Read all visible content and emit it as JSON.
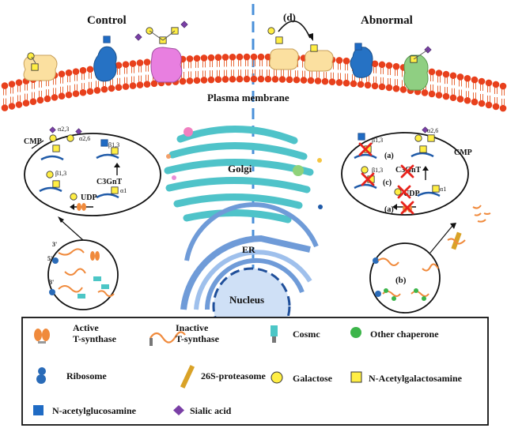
{
  "headings": {
    "control": "Control",
    "abnormal": "Abnormal",
    "membrane": "Plasma membrane",
    "golgi": "Golgi",
    "er": "ER",
    "nucleus": "Nucleus",
    "step_d": "(d)"
  },
  "left_panel": {
    "a23": "α2,3",
    "a26": "α2,6",
    "b13_top": "β1,3",
    "b13_bottom": "β1,3",
    "c3gnt": "C3GnT",
    "udp": "UDP",
    "cmp": "CMP",
    "a1": "α1"
  },
  "right_panel": {
    "b13_top": "β1,3",
    "a26": "α2,6",
    "b13_mid": "β1,3",
    "c3gnt": "C3GnT",
    "udp": "UDP",
    "cmp": "CMP",
    "a1": "α1",
    "step_a_top": "(a)",
    "step_a_bottom": "(a)",
    "step_c": "(c)"
  },
  "er_zoom": {
    "end3_top": "3'",
    "end5": "5'",
    "end3_bottom": "3'",
    "step_b": "(b)"
  },
  "legend": {
    "active_t_synthase": "Active\nT-synthase",
    "inactive_t_synthase": "Inactive\nT-synthase",
    "cosmc": "Cosmc",
    "other_chaperone": "Other chaperone",
    "ribosome": "Ribosome",
    "proteasome": "26S-proteasome",
    "galactose": "Galactose",
    "galnac": "N-Acetylgalactosamine",
    "glcnac": "N-acetylglucosamine",
    "sialic_acid": "Sialic acid"
  },
  "colors": {
    "membrane_head": "#e8401c",
    "golgi": "#4fc3c9",
    "er": "#6f9bd8",
    "glcnac": "#1f6bc4",
    "galactose": "#ffee44",
    "galnac": "#ffee44",
    "sialic": "#7a3fa6",
    "active_ts": "#f08a3c",
    "cosmc": "#4cc6c6",
    "chaperone": "#3cb54a",
    "proteasome": "#d9a227",
    "ribosome": "#2a6bb8",
    "cross": "#e8231c",
    "divider": "#4a90d9"
  }
}
